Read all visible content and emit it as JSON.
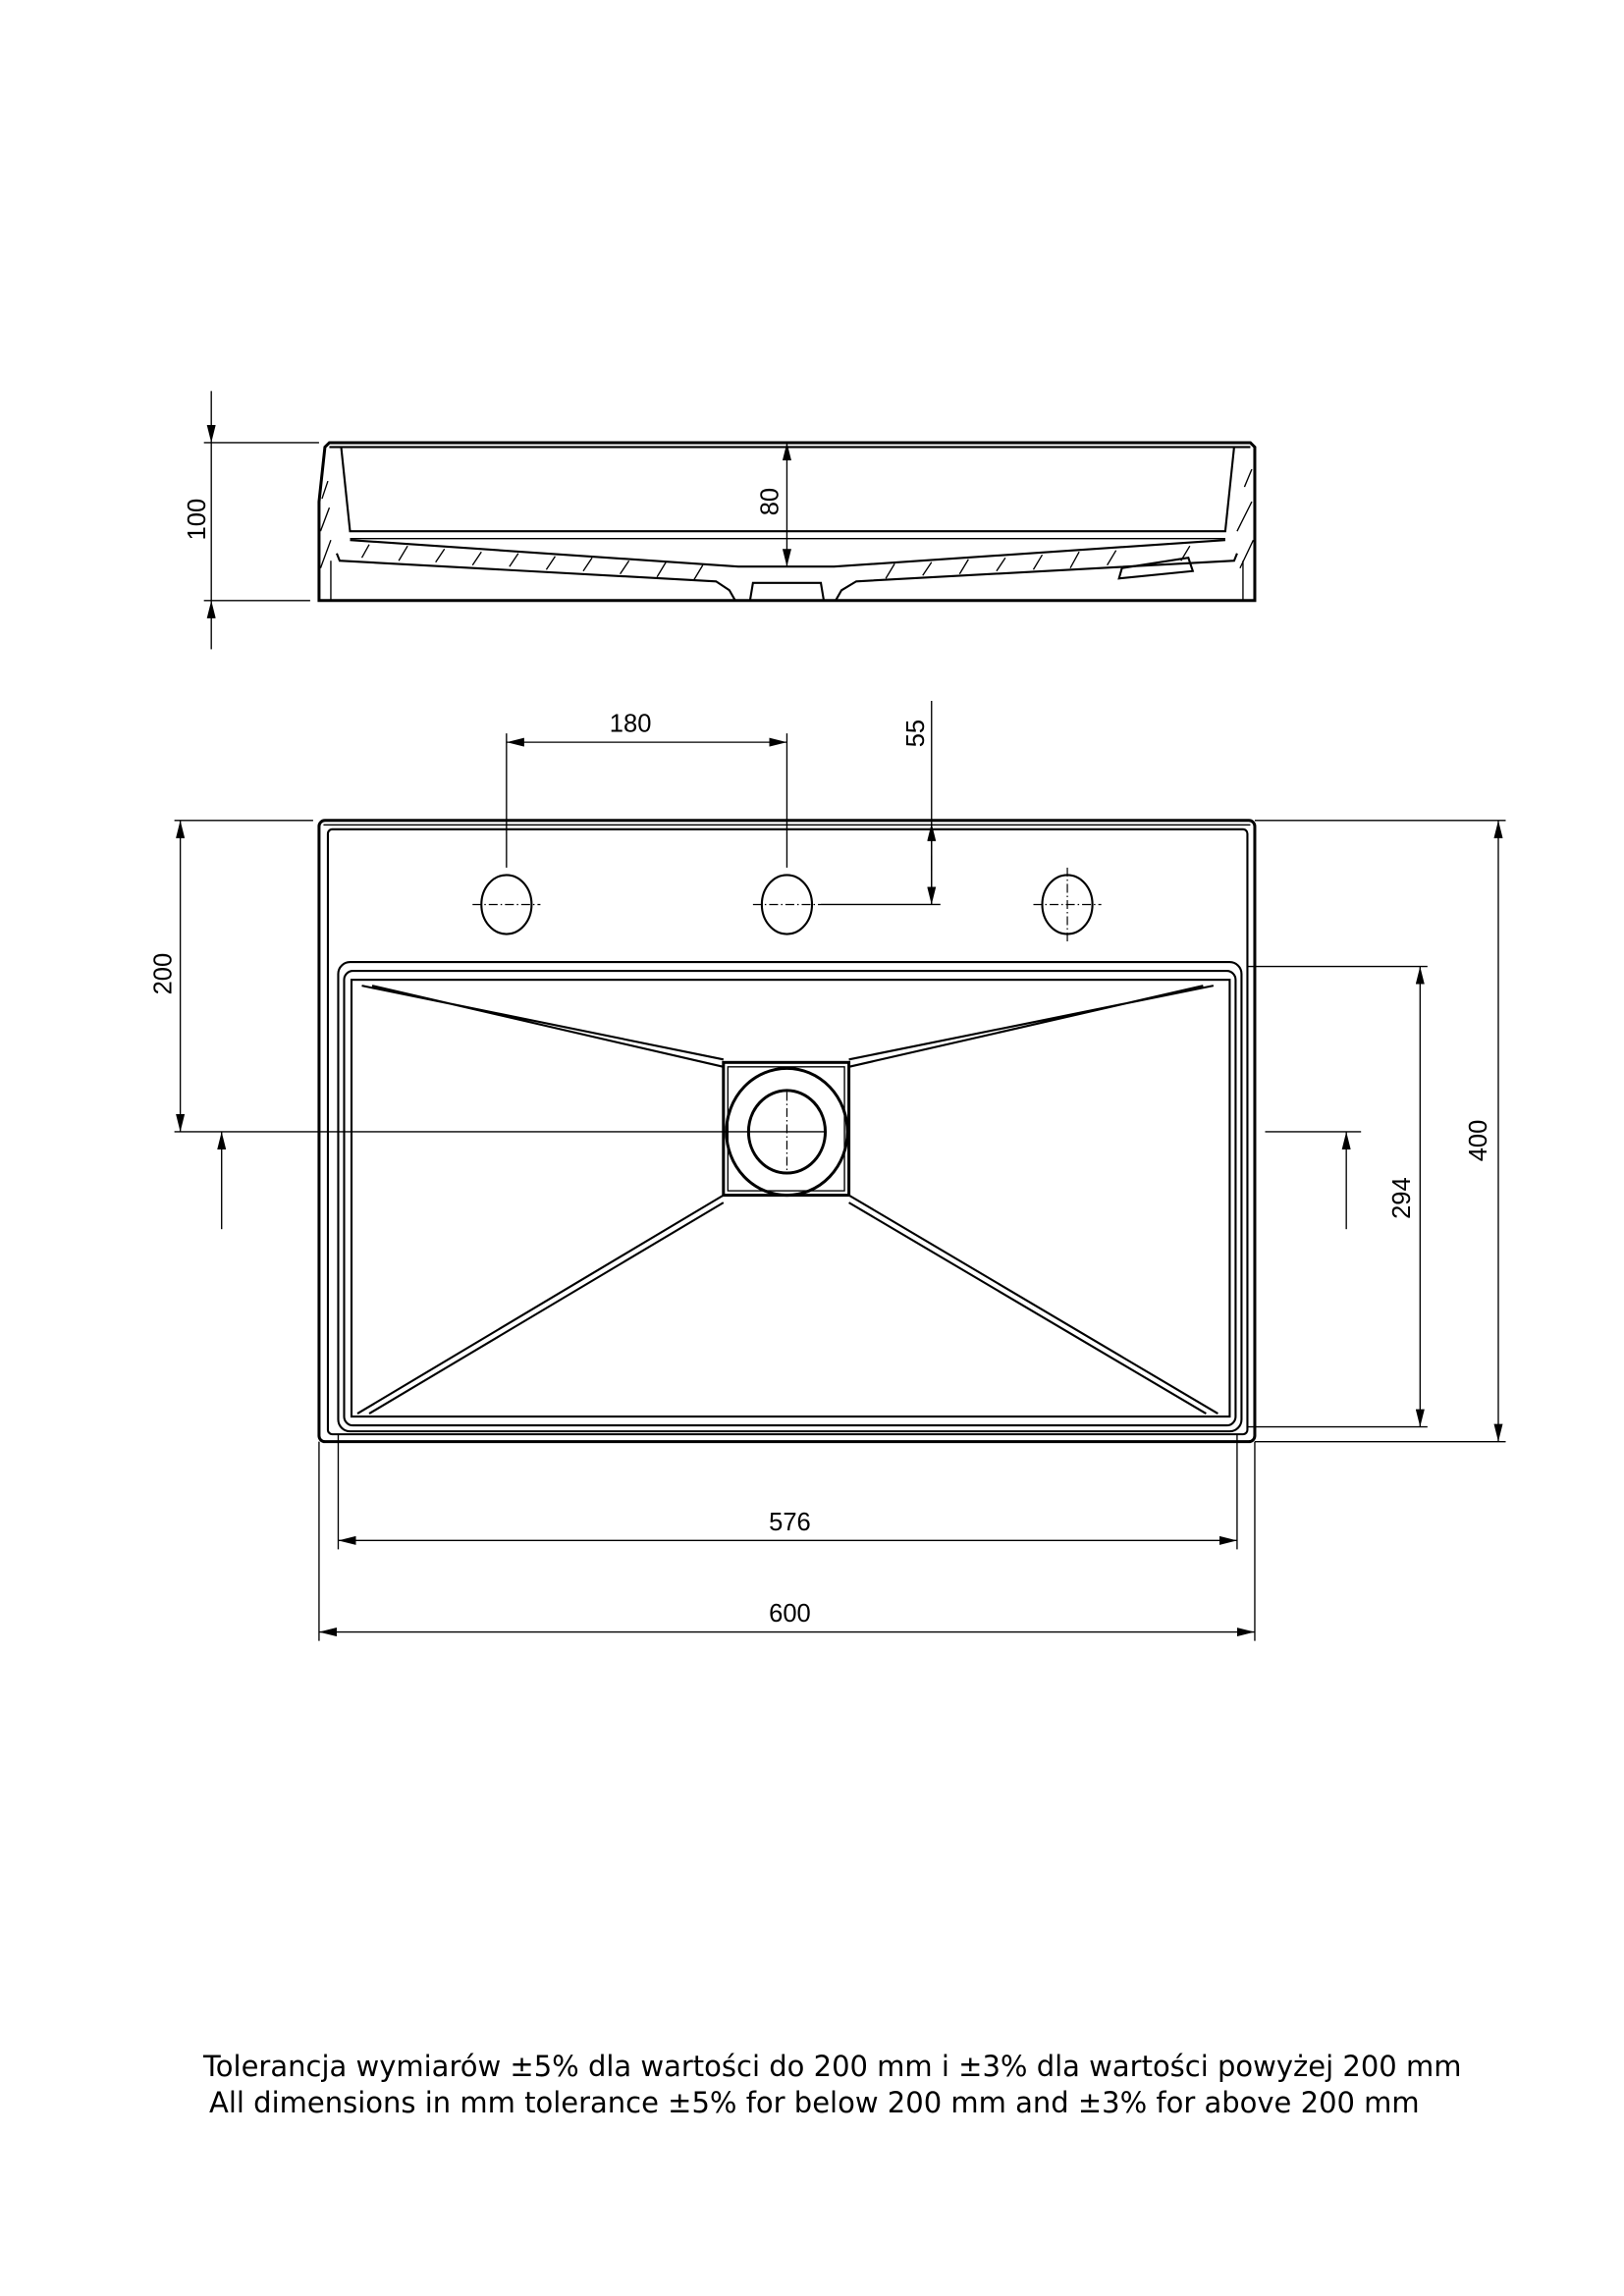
{
  "drawing": {
    "side_view": {
      "height_overall": "100",
      "basin_depth": "80"
    },
    "top_view": {
      "tap_hole_spacing": "180",
      "tap_hole_offset": "55",
      "drain_offset": "200",
      "basin_depth_inner": "294",
      "depth_overall": "400",
      "basin_width_inner": "576",
      "width_overall": "600"
    }
  },
  "notes": {
    "tolerance_pl": "Tolerancja wymiarów ±5% dla wartości do 200 mm i ±3% dla wartości powyżej 200 mm",
    "tolerance_en": "All dimensions in mm tolerance ±5% for below 200 mm and ±3% for above 200 mm"
  }
}
